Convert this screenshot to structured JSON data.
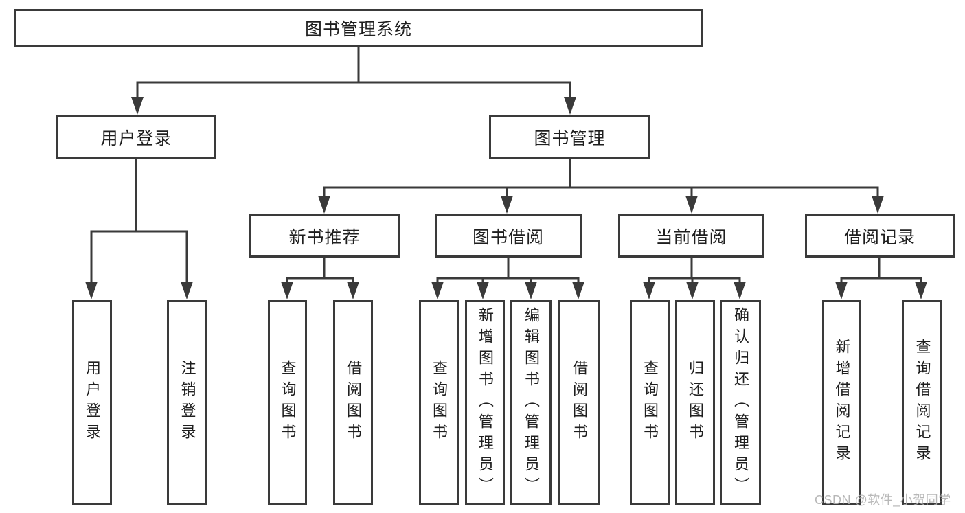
{
  "diagram": {
    "root": {
      "label": "图书管理系统"
    },
    "branches": [
      {
        "label": "用户登录",
        "children": [
          "用户登录",
          "注销登录"
        ]
      },
      {
        "label": "图书管理",
        "children": [
          {
            "label": "新书推荐",
            "children": [
              "查询图书",
              "借阅图书"
            ]
          },
          {
            "label": "图书借阅",
            "children": [
              "查询图书",
              "新增图书（管理员）",
              "编辑图书（管理员）",
              "借阅图书"
            ]
          },
          {
            "label": "当前借阅",
            "children": [
              "查询图书",
              "归还图书",
              "确认归还（管理员）"
            ]
          },
          {
            "label": "借阅记录",
            "children": [
              "新增借阅记录",
              "查询借阅记录"
            ]
          }
        ]
      }
    ],
    "watermark": "CSDN @软件_小贺同学"
  },
  "colors": {
    "line": "#3a3a3a",
    "text": "#1f1f1f",
    "background": "#ffffff",
    "watermark": "#b0b0b0"
  }
}
